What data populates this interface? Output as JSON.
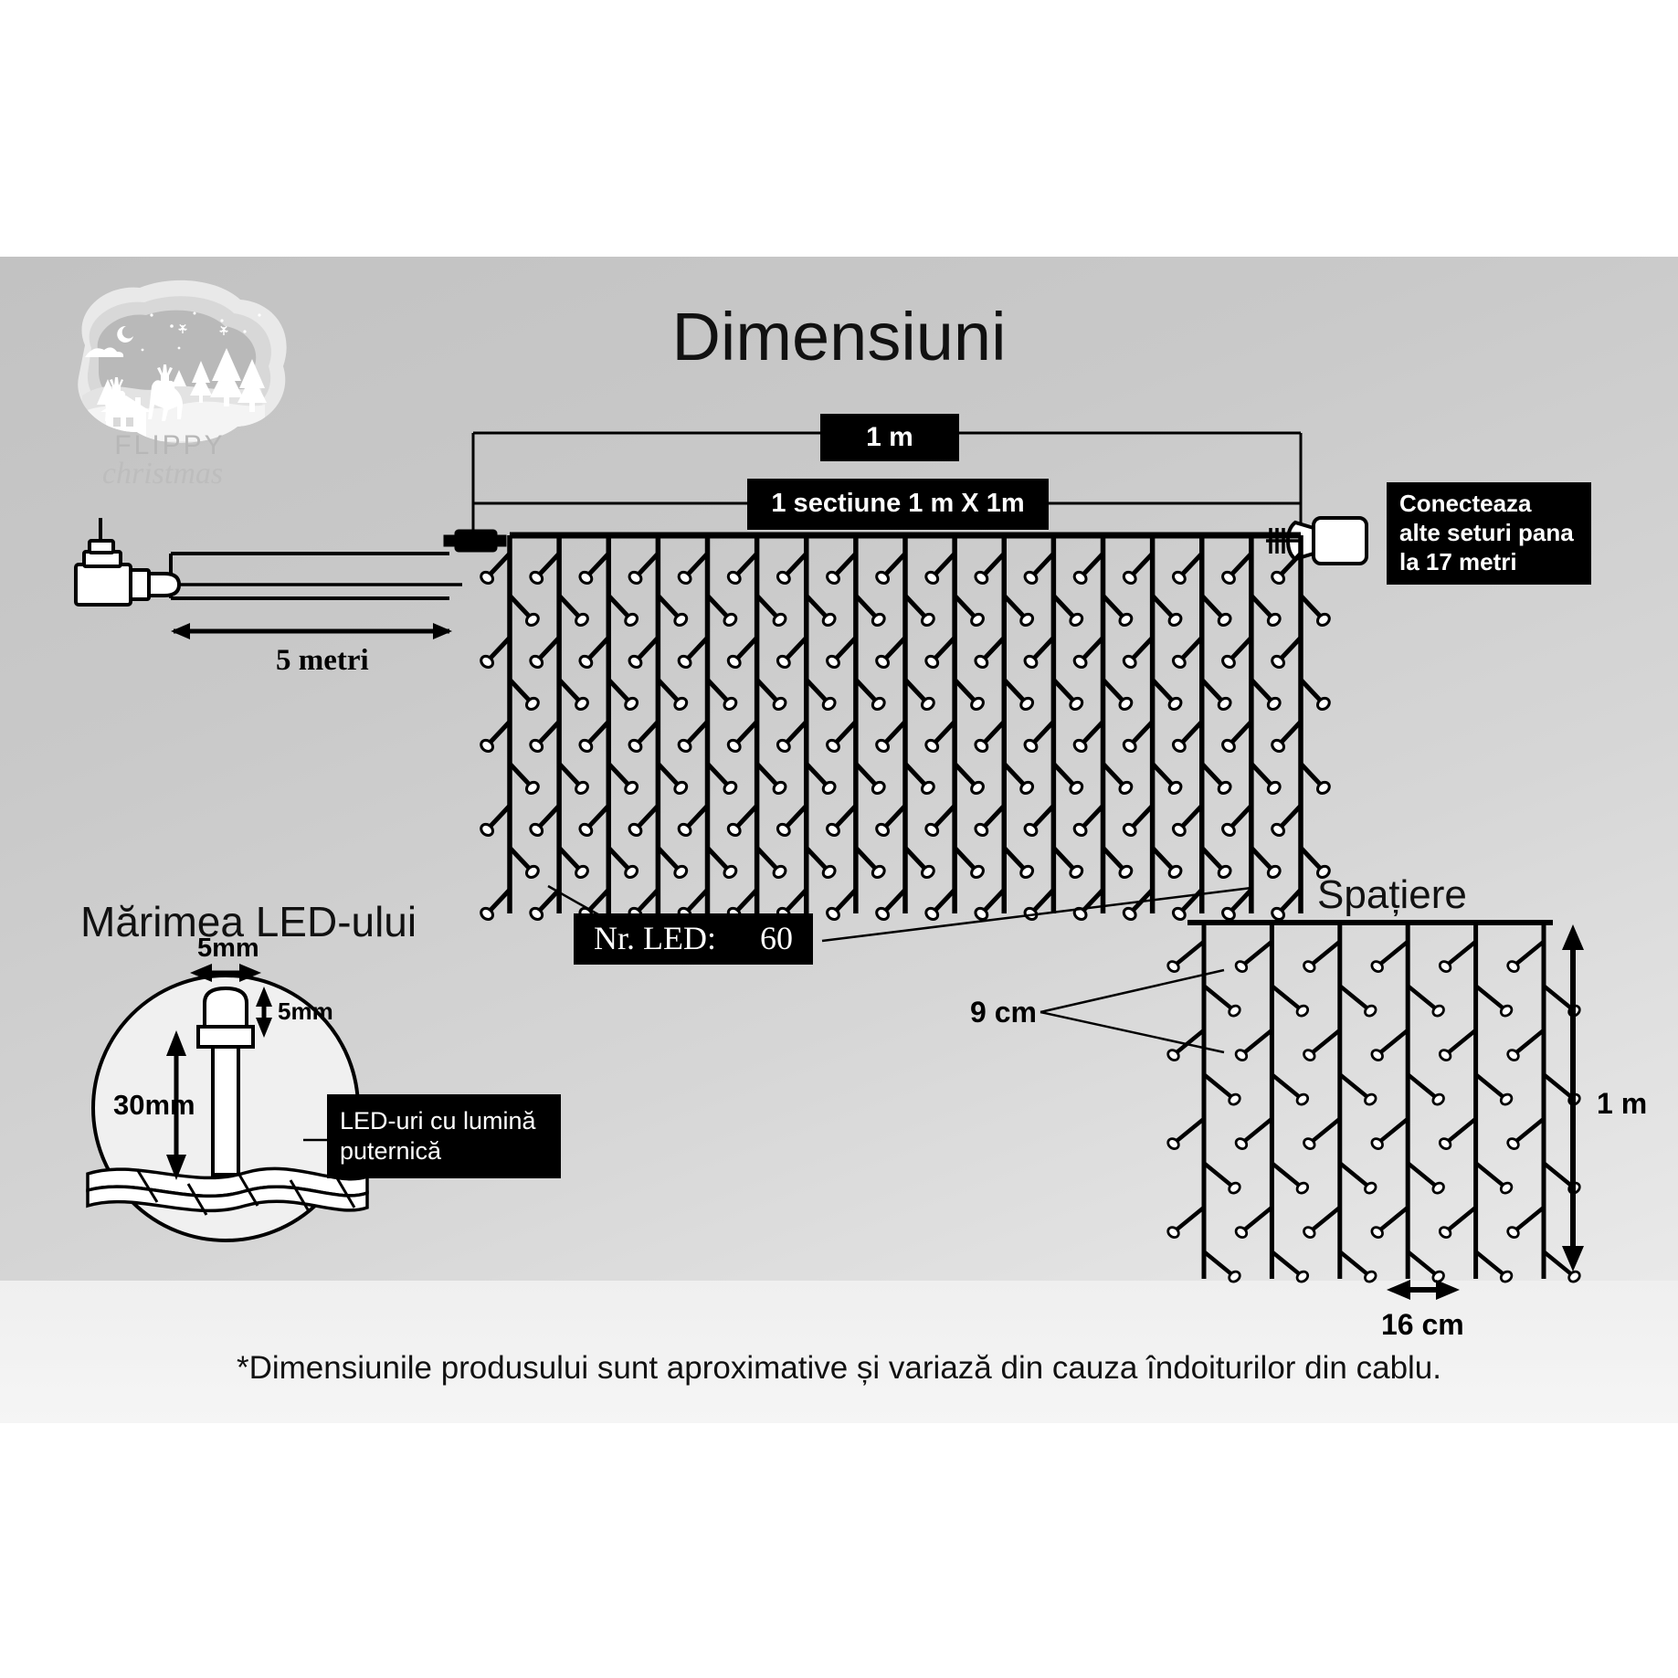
{
  "title": "Dimensiuni",
  "logo": {
    "brand_top": "FLIPPY",
    "brand_bottom": "christmas"
  },
  "callouts": {
    "top_width": "1 m",
    "section": "1 sectiune 1 m X 1m",
    "connect_line1": "Conecteaza",
    "connect_line2": "alte seturi pana",
    "connect_line3": "la 17 metri",
    "led_count_label": "Nr. LED:",
    "led_count_value": "60",
    "bright_line1": "LED-uri cu lumină",
    "bright_line2": "puternică"
  },
  "measurements": {
    "cable_length": "5 metri",
    "led_width": "5mm",
    "led_head_height": "5mm",
    "led_total_height": "30mm",
    "vertical_spacing": "9 cm",
    "horizontal_spacing": "16 cm",
    "curtain_drop": "1 m"
  },
  "sections": {
    "led_size_title": "Mărimea LED-ului",
    "spacing_title": "Spațiere"
  },
  "footnote": "*Dimensiunile produsului sunt aproximative și variază din cauza îndoiturilor din cablu.",
  "colors": {
    "background": "#c8c8c8",
    "ink": "#000000",
    "callout_bg": "#000000",
    "callout_text": "#ffffff"
  }
}
